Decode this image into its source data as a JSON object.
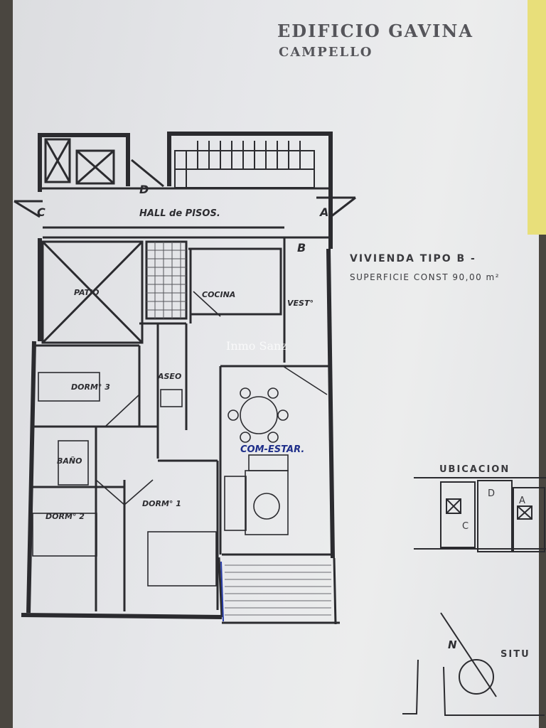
{
  "header": {
    "building": "EDIFICIO GAVINA",
    "town": "CAMPELLO"
  },
  "dwelling": {
    "title": "VIVIENDA TIPO B -",
    "surface": "SUPERFICIE CONST 90,00 m²"
  },
  "watermark": "Inmo Sanz",
  "rooms": {
    "hall": "HALL de PISOS.",
    "patio": "PATIO",
    "cocina": "COCINA",
    "vest": "VEST°",
    "dorm3": "DORM° 3",
    "aseo": "ASEO",
    "bano": "BAÑO",
    "comestar": "COM-ESTAR.",
    "dorm2": "DORM° 2",
    "dorm1": "DORM° 1"
  },
  "door_letters": {
    "c": "C",
    "a": "A",
    "d": "D",
    "b": "B"
  },
  "location": {
    "title": "UBICACION",
    "letters": [
      "D",
      "A",
      "C"
    ]
  },
  "situation": {
    "title": "SITU",
    "north": "N"
  }
}
